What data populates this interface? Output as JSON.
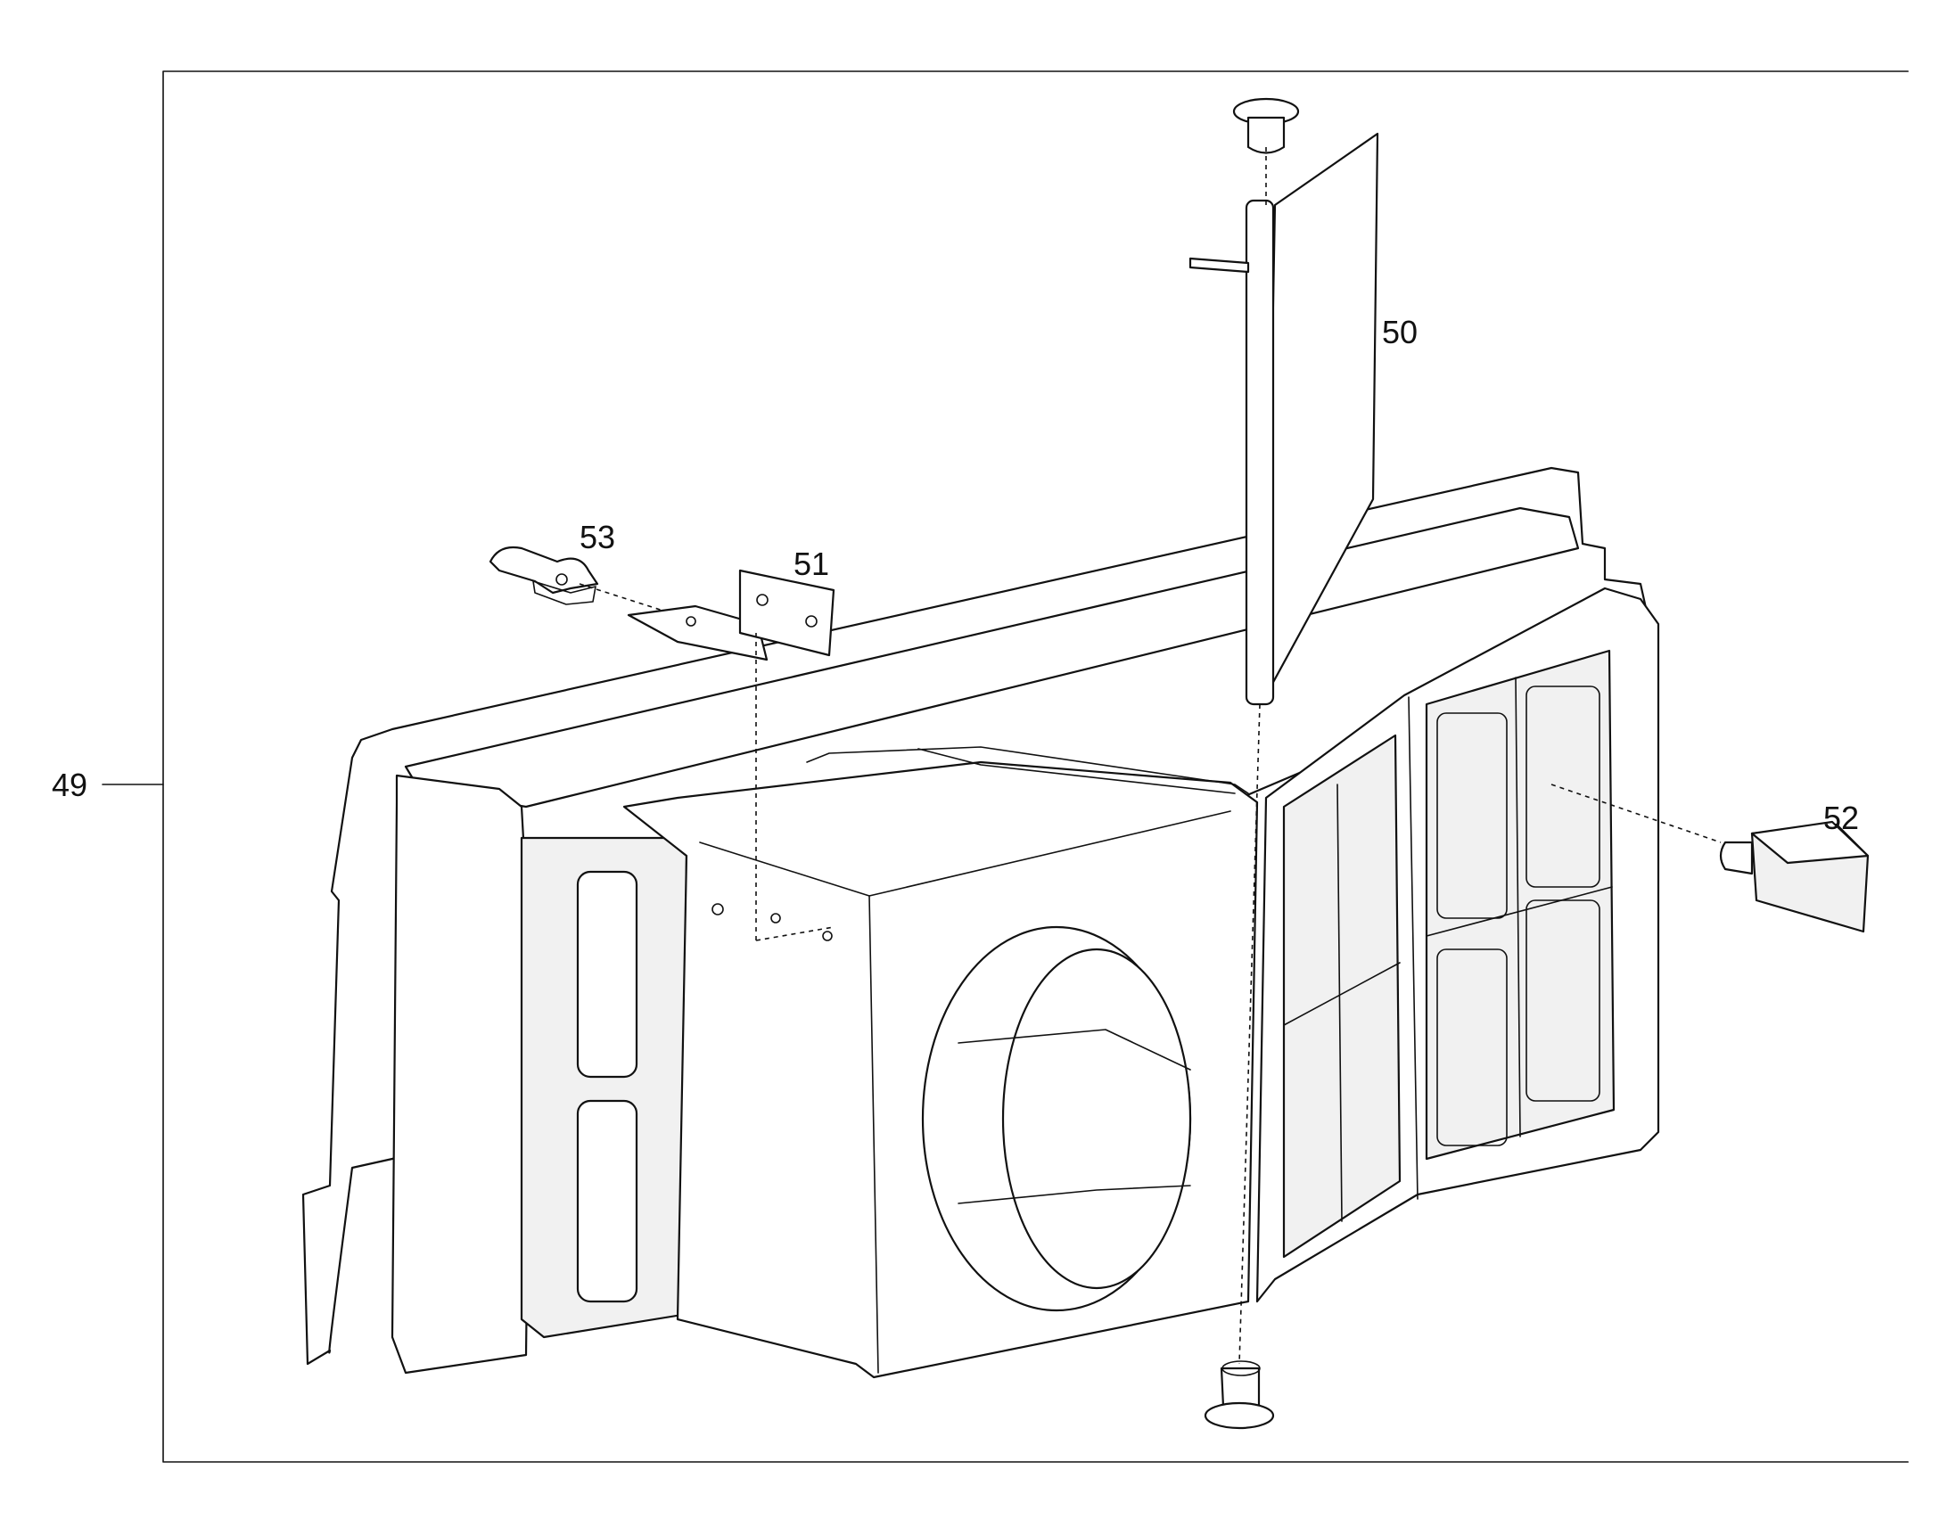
{
  "diagram": {
    "callouts": {
      "part_49": "49",
      "part_50": "50",
      "part_51": "51",
      "part_52": "52",
      "part_53": "53"
    }
  }
}
